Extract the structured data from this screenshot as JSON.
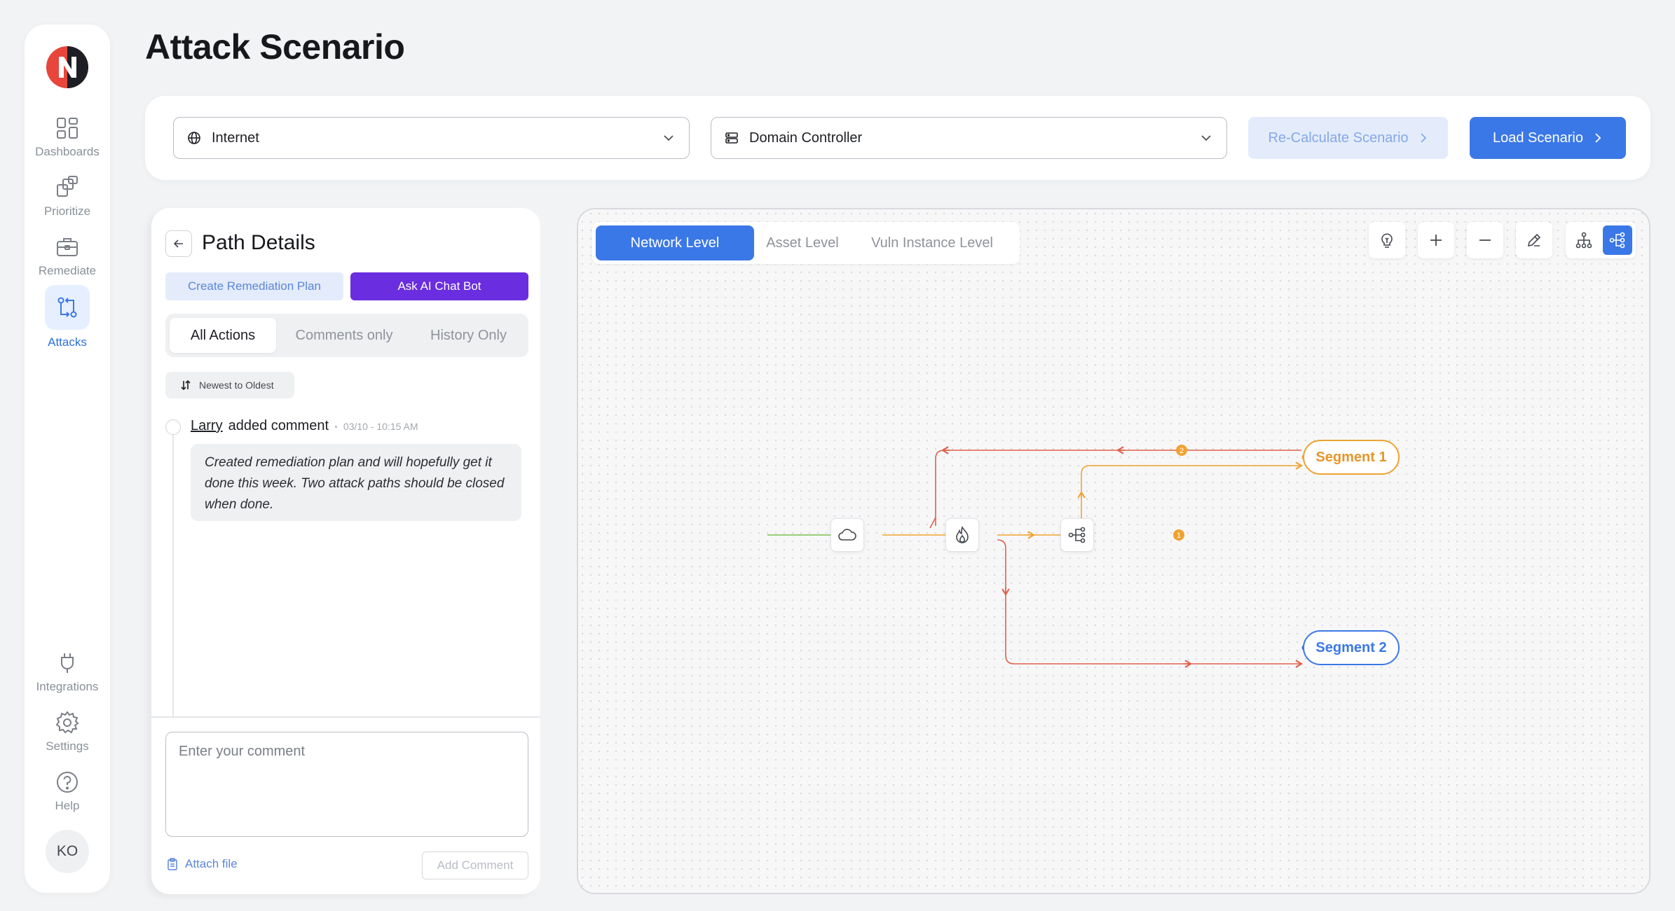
{
  "sidebar": {
    "items": [
      {
        "label": "Dashboards",
        "icon": "dashboards-icon"
      },
      {
        "label": "Prioritize",
        "icon": "prioritize-icon"
      },
      {
        "label": "Remediate",
        "icon": "remediate-icon"
      },
      {
        "label": "Attacks",
        "icon": "attacks-icon",
        "active": true
      },
      {
        "label": "Integrations",
        "icon": "plug-icon"
      },
      {
        "label": "Settings",
        "icon": "gear-icon"
      },
      {
        "label": "Help",
        "icon": "help-icon"
      }
    ],
    "avatar": "KO"
  },
  "page": {
    "title": "Attack Scenario"
  },
  "topbar": {
    "source": "Internet",
    "target": "Domain Controller",
    "recalc_label": "Re-Calculate Scenario",
    "load_label": "Load Scenario"
  },
  "path_details": {
    "title": "Path Details",
    "remediation_label": "Create Remediation Plan",
    "ai_label": "Ask AI Chat Bot",
    "filters": [
      "All Actions",
      "Comments only",
      "History Only"
    ],
    "active_filter": "All Actions",
    "sort_label": "Newest to Oldest",
    "comments": [
      {
        "user": "Larry",
        "action": "added comment",
        "time": "03/10 - 10:15 AM",
        "text": "Created remediation plan and will hopefully get it done this week. Two attack paths should be closed when done."
      }
    ],
    "comment_placeholder": "Enter your comment",
    "attach_label": "Attach file",
    "add_comment_label": "Add Comment"
  },
  "canvas": {
    "levels": [
      "Network Level",
      "Asset Level",
      "Vuln Instance Level"
    ],
    "active_level": "Network Level",
    "tools": [
      "lightbulb-icon",
      "zoom-in-icon",
      "zoom-out-icon",
      "edit-icon",
      "tree-layout-icon",
      "graph-layout-icon"
    ],
    "nodes": [
      {
        "name": "internet-node",
        "icon": "cloud-icon"
      },
      {
        "name": "firewall-node",
        "icon": "fire-icon"
      },
      {
        "name": "switch-node",
        "icon": "network-icon"
      }
    ],
    "segments": [
      {
        "label": "Segment 1",
        "color": "#f0a230"
      },
      {
        "label": "Segment 2",
        "color": "#3b78e7"
      }
    ],
    "edge_badges": [
      "2",
      "1"
    ],
    "colors": {
      "green": "#7cc04b",
      "orange": "#f0a230",
      "red": "#e0604a",
      "blue": "#3b78e7"
    }
  }
}
